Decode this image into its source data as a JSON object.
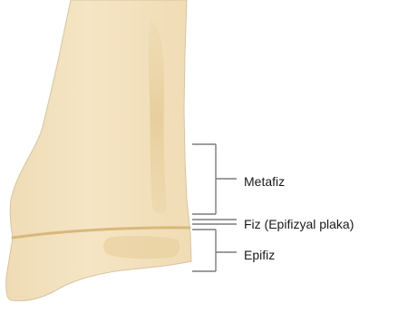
{
  "labels": {
    "metaphysis": "Metafiz",
    "physis": "Fiz (Epifizyal plaka)",
    "epiphysis": "Epifiz"
  },
  "colors": {
    "bone_fill": "#f4e2bf",
    "bone_outline": "#d8c49f",
    "shading": "#e6cc97",
    "growth_plate": "#d9b87a",
    "bracket": "#7b7b7b",
    "text": "#1a1a1a"
  }
}
